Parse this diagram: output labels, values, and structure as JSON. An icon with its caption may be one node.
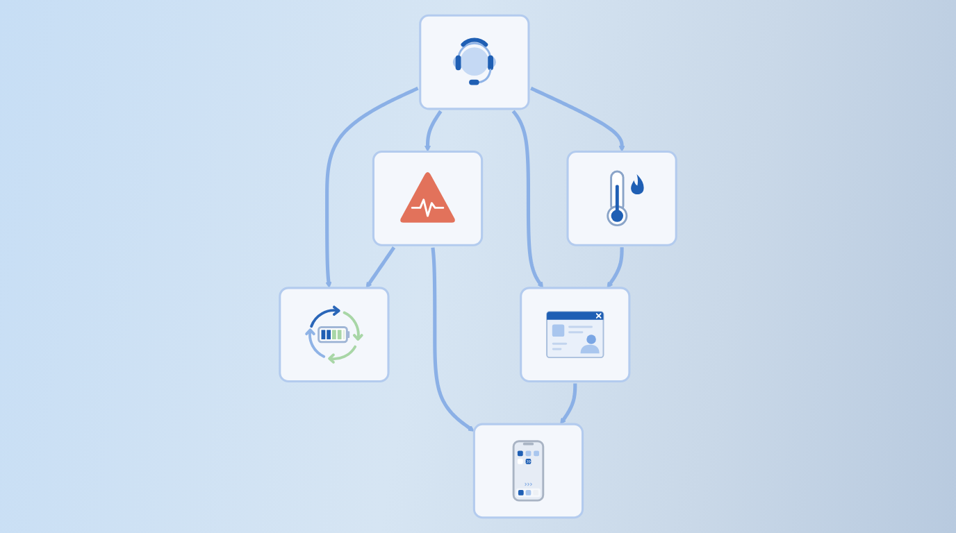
{
  "diagram": {
    "nodes": [
      {
        "text": [],
        "shape": "picture"
      },
      {
        "text": [],
        "shape": "picture"
      },
      {
        "text": [],
        "shape": "picture"
      },
      {
        "text": [],
        "shape": "picture"
      },
      {
        "text": [],
        "shape": "picture"
      },
      {
        "text": [],
        "shape": "picture"
      }
    ],
    "edges": [
      {
        "from": 0,
        "to": 1,
        "arrow": "to"
      },
      {
        "from": 0,
        "to": 2,
        "arrow": "to"
      },
      {
        "from": 0,
        "to": 3,
        "arrow": "to"
      },
      {
        "from": 0,
        "to": 4,
        "arrow": "to"
      },
      {
        "from": 1,
        "to": 2,
        "arrow": "to"
      },
      {
        "from": 3,
        "to": 4,
        "arrow": "to"
      },
      {
        "from": 1,
        "to": 5,
        "arrow": "to"
      },
      {
        "from": 4,
        "to": 5,
        "arrow": "to"
      }
    ]
  }
}
